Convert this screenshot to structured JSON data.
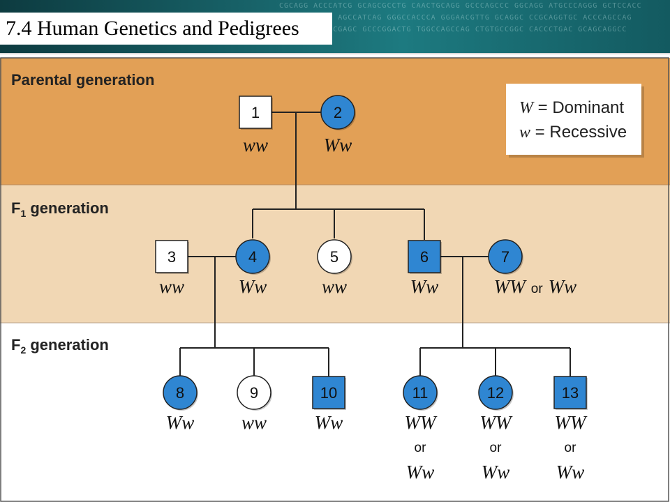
{
  "slide_title": "7.4  Human Genetics and Pedigrees",
  "header_dna_text": [
    "CGCAGG ACCCATCG GCAGCGCCTG CAACTGCAGG GCCCAGCCC GGCAGG ATGCCCAGGG GCTCCACC",
    "GGCAGCGGCCC AGCCATCAG GGGCCACCCA GGGAACGTTG GCAGGC CCGCAGGTGC ACCCAGCCAG",
    "TCATCGC GGCCGAGC GCCCGGACTG TGGCCAGCCAG CTGTGCCGGC CACCCTGAC GCAGCAGGCC"
  ],
  "generations": {
    "parental": "Parental generation",
    "f1_prefix": "F",
    "f1_sub": "1",
    "f1_suffix": " generation",
    "f2_prefix": "F",
    "f2_sub": "2",
    "f2_suffix": " generation"
  },
  "legend": {
    "dominant_letter": "W",
    "dominant_text": " = Dominant",
    "recessive_letter": "w",
    "recessive_text": " = Recessive"
  },
  "individuals": [
    {
      "id": "1",
      "sex": "male",
      "affected": false,
      "genotype": "ww"
    },
    {
      "id": "2",
      "sex": "female",
      "affected": true,
      "genotype": "Ww"
    },
    {
      "id": "3",
      "sex": "male",
      "affected": false,
      "genotype": "ww"
    },
    {
      "id": "4",
      "sex": "female",
      "affected": true,
      "genotype": "Ww"
    },
    {
      "id": "5",
      "sex": "female",
      "affected": false,
      "genotype": "ww"
    },
    {
      "id": "6",
      "sex": "male",
      "affected": true,
      "genotype": "Ww"
    },
    {
      "id": "7",
      "sex": "female",
      "affected": true,
      "genotype_a": "WW",
      "genotype_or": "or",
      "genotype_b": "Ww"
    },
    {
      "id": "8",
      "sex": "female",
      "affected": true,
      "genotype": "Ww"
    },
    {
      "id": "9",
      "sex": "female",
      "affected": false,
      "genotype": "ww"
    },
    {
      "id": "10",
      "sex": "male",
      "affected": true,
      "genotype": "Ww"
    },
    {
      "id": "11",
      "sex": "female",
      "affected": true,
      "genotype_a": "WW",
      "genotype_or": "or",
      "genotype_b": "Ww"
    },
    {
      "id": "12",
      "sex": "female",
      "affected": true,
      "genotype_a": "WW",
      "genotype_or": "or",
      "genotype_b": "Ww"
    },
    {
      "id": "13",
      "sex": "male",
      "affected": true,
      "genotype_a": "WW",
      "genotype_or": "or",
      "genotype_b": "Ww"
    }
  ],
  "colors": {
    "parental_band": "#e2a056",
    "f1_band": "#f1d7b4",
    "f2_band": "#ffffff",
    "affected_fill": "#2f86d2",
    "unaffected_fill": "#ffffff",
    "line": "#222222"
  }
}
